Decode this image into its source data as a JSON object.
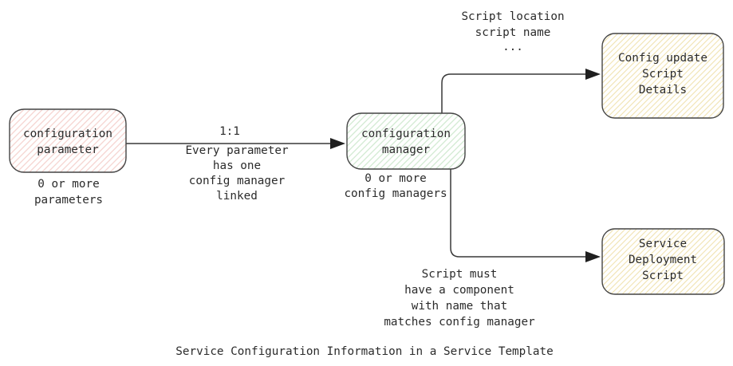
{
  "caption": "Service Configuration Information in a Service Template",
  "colors": {
    "background": "#ffffff",
    "line": "#383838",
    "arrow": "#1f1f1f",
    "text": "#2b2b2b",
    "node_border": "#444444",
    "param_hatch": "#f4ccc8",
    "manager_hatch": "#cae6ca",
    "script_hatch": "#f0e2b0"
  },
  "nodes": {
    "configuration_parameter": {
      "line1": "configuration",
      "line2": "parameter"
    },
    "configuration_manager": {
      "line1": "configuration",
      "line2": "manager"
    },
    "config_update_script": {
      "line1": "Config update",
      "line2": "Script",
      "line3": "Details"
    },
    "service_deployment_script": {
      "line1": "Service",
      "line2": "Deployment",
      "line3": "Script"
    }
  },
  "labels": {
    "parameter_cardinality": {
      "line1": "0 or more",
      "line2": "parameters"
    },
    "manager_cardinality": {
      "line1": "0 or more",
      "line2": "config managers"
    },
    "param_to_manager": {
      "line1": "1:1",
      "line2": "Every parameter",
      "line3": "has one",
      "line4": "config manager",
      "line5": "linked"
    },
    "manager_to_update": {
      "line1": "Script location",
      "line2": "script name",
      "line3": "..."
    },
    "manager_to_deploy": {
      "line1": "Script must",
      "line2": "have a component",
      "line3": "with name that",
      "line4": "matches config manager"
    }
  }
}
